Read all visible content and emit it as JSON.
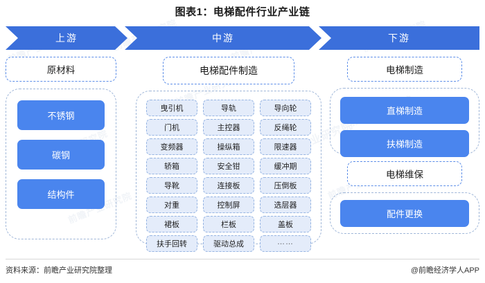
{
  "title": "图表1：电梯配件行业产业链",
  "banner": {
    "segments": [
      {
        "label": "上游"
      },
      {
        "label": "中游"
      },
      {
        "label": "下游"
      }
    ]
  },
  "colors": {
    "banner_blue": "#3b6fdb",
    "pill_blue": "#4a85ee",
    "chip_fill": "#e4ecfa",
    "chip_border": "#96b4e2",
    "header_border": "#5b8de8",
    "box_border": "#9fb6d8"
  },
  "upstream": {
    "header": "原材料",
    "items": [
      {
        "label": "不锈钢"
      },
      {
        "label": "碳钢"
      },
      {
        "label": "结构件"
      }
    ]
  },
  "midstream": {
    "header": "电梯配件制造",
    "items": [
      {
        "label": "曳引机"
      },
      {
        "label": "导轨"
      },
      {
        "label": "导向轮"
      },
      {
        "label": "门机"
      },
      {
        "label": "主控器"
      },
      {
        "label": "反绳轮"
      },
      {
        "label": "变频器"
      },
      {
        "label": "操纵箱"
      },
      {
        "label": "限速器"
      },
      {
        "label": "轿箱"
      },
      {
        "label": "安全钳"
      },
      {
        "label": "缓冲期"
      },
      {
        "label": "导靴"
      },
      {
        "label": "连接板"
      },
      {
        "label": "压倒板"
      },
      {
        "label": "对重"
      },
      {
        "label": "控制屏"
      },
      {
        "label": "选层器"
      },
      {
        "label": "裙板"
      },
      {
        "label": "栏板"
      },
      {
        "label": "盖板"
      },
      {
        "label": "扶手回转"
      },
      {
        "label": "驱动总成"
      },
      {
        "label": "……"
      }
    ]
  },
  "downstream": {
    "group1": {
      "header": "电梯制造",
      "items": [
        {
          "label": "直梯制造"
        },
        {
          "label": "扶梯制造"
        }
      ]
    },
    "group2": {
      "header": "电梯维保",
      "items": [
        {
          "label": "配件更换"
        }
      ]
    }
  },
  "footer": {
    "source": "资料来源：前瞻产业研究院整理",
    "brand": "@前瞻经济学人APP"
  },
  "watermark": {
    "text": "前瞻产业研究院"
  }
}
